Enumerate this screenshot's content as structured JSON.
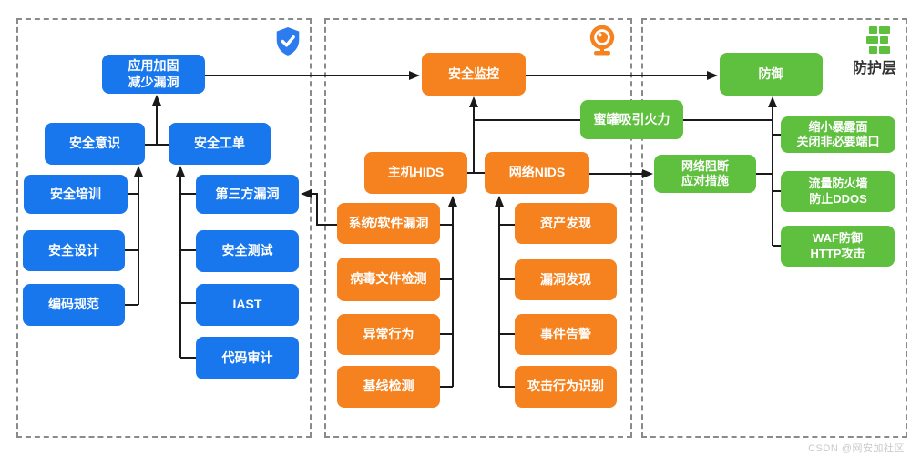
{
  "watermark": "CSDN @网安加社区",
  "colors": {
    "blue": "#1877ED",
    "orange": "#F5821E",
    "green": "#5FBF3F",
    "line": "#1a1a1a"
  },
  "panels": {
    "build": {
      "icon": "shield-check-icon"
    },
    "monitor": {
      "icon": "webcam-icon"
    },
    "protect": {
      "icon": "brick-wall-icon",
      "label": "防护层"
    }
  },
  "nodes": {
    "app_hardening": "应用加固\n减少漏洞",
    "sec_awareness": "安全意识",
    "sec_ticket": "安全工单",
    "sec_training": "安全培训",
    "third_party_vuln": "第三方漏洞",
    "sec_design": "安全设计",
    "coding_standard": "编码规范",
    "sec_testing": "安全测试",
    "iast": "IAST",
    "code_audit": "代码审计",
    "sec_monitoring": "安全监控",
    "host_hids": "主机HIDS",
    "network_nids": "网络NIDS",
    "sys_soft_vuln": "系统/软件漏洞",
    "virus_file_detect": "病毒文件检测",
    "abnormal_behavior": "异常行为",
    "baseline_detect": "基线检测",
    "asset_discovery": "资产发现",
    "vuln_discovery": "漏洞发现",
    "event_alert": "事件告警",
    "attack_recognition": "攻击行为识别",
    "defense": "防御",
    "honeypot": "蜜罐吸引火力",
    "network_block": "网络阻断\n应对措施",
    "reduce_exposure": "缩小暴露面\n关闭非必要端口",
    "traffic_firewall": "流量防火墙\n防止DDOS",
    "waf": "WAF防御\nHTTP攻击"
  }
}
